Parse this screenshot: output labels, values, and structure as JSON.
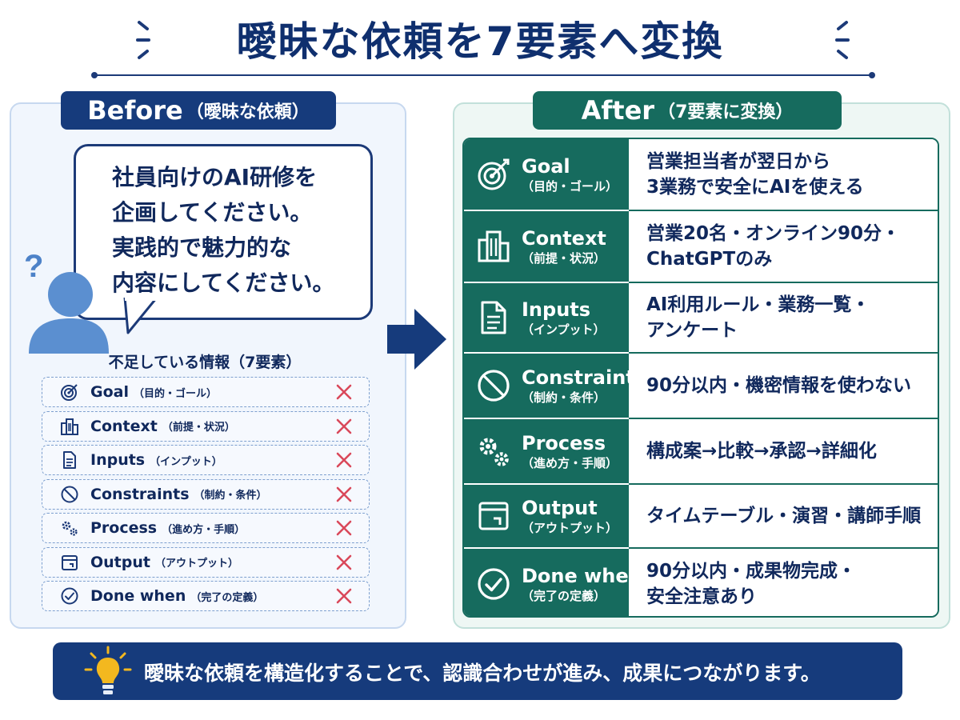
{
  "title": "曖昧な依頼を7要素へ変換",
  "before": {
    "tag_main": "Before",
    "tag_sub": "（曖昧な依頼）",
    "speech": [
      "社員向けのAI研修を",
      "企画してください。",
      "実践的で魅力的な",
      "内容にしてください。"
    ],
    "missing_title": "不足している情報（7要素）",
    "items": [
      {
        "name": "Goal",
        "jp": "（目的・ゴール）",
        "icon": "target-icon"
      },
      {
        "name": "Context",
        "jp": "（前提・状況）",
        "icon": "building-icon"
      },
      {
        "name": "Inputs",
        "jp": "（インプット）",
        "icon": "document-icon"
      },
      {
        "name": "Constraints",
        "jp": "（制約・条件）",
        "icon": "prohibited-icon"
      },
      {
        "name": "Process",
        "jp": "（進め方・手順）",
        "icon": "gears-icon"
      },
      {
        "name": "Output",
        "jp": "（アウトプット）",
        "icon": "output-tray-icon"
      },
      {
        "name": "Done when",
        "jp": "（完了の定義）",
        "icon": "check-circle-icon"
      }
    ]
  },
  "after": {
    "tag_main": "After",
    "tag_sub": "（7要素に変換）",
    "rows": [
      {
        "name": "Goal",
        "jp": "（目的・ゴール）",
        "lines": [
          "営業担当者が翌日から",
          "3業務で安全にAIを使える"
        ],
        "icon": "target-icon"
      },
      {
        "name": "Context",
        "jp": "（前提・状況）",
        "lines": [
          "営業20名・オンライン90分・",
          "ChatGPTのみ"
        ],
        "icon": "building-icon"
      },
      {
        "name": "Inputs",
        "jp": "（インプット）",
        "lines": [
          "AI利用ルール・業務一覧・",
          "アンケート"
        ],
        "icon": "document-icon"
      },
      {
        "name": "Constraints",
        "jp": "（制約・条件）",
        "lines": [
          "90分以内・機密情報を使わない"
        ],
        "icon": "prohibited-icon"
      },
      {
        "name": "Process",
        "jp": "（進め方・手順）",
        "lines": [
          "構成案→比較→承認→詳細化"
        ],
        "icon": "gears-icon"
      },
      {
        "name": "Output",
        "jp": "（アウトプット）",
        "lines": [
          "タイムテーブル・演習・講師手順"
        ],
        "icon": "output-tray-icon"
      },
      {
        "name": "Done when",
        "jp": "（完了の定義）",
        "lines": [
          "90分以内・成果物完成・",
          "安全注意あり"
        ],
        "icon": "check-circle-icon"
      }
    ]
  },
  "footer": "曖昧な依頼を構造化することで、認識合わせが進み、成果につながります。",
  "colors": {
    "navy": "#163b7c",
    "teal": "#166b5e",
    "red_x": "#d9485a",
    "person": "#5b8fd0",
    "bulb": "#f3b81f"
  }
}
